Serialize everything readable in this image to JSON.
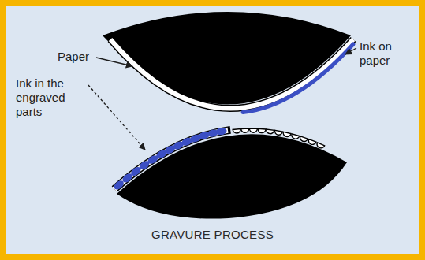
{
  "diagram": {
    "caption": "GRAVURE PROCESS",
    "labels": [
      "Paper",
      "Ink on paper",
      "Ink in the engraved parts"
    ]
  }
}
